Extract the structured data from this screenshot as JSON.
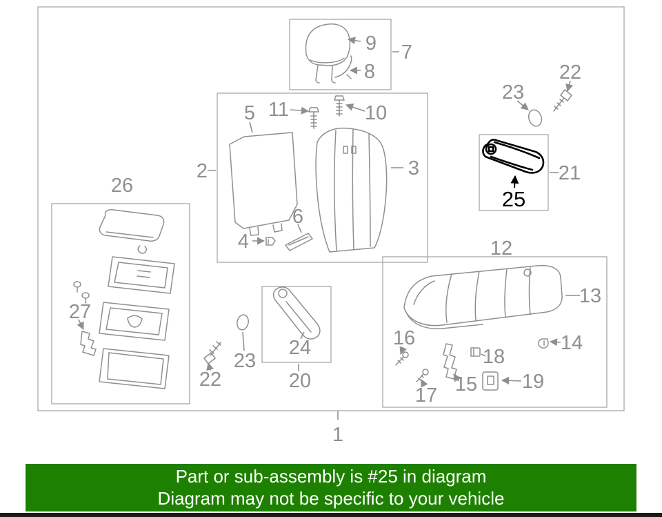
{
  "banner": {
    "line1": "Part or sub-assembly is #25 in diagram",
    "line2": "Diagram may not be specific to your vehicle"
  },
  "highlighted_part": "25",
  "colors": {
    "banner_bg": "#1e8000",
    "banner_text": "#ffffff",
    "line": "#8f8f8f",
    "box_border": "#a8a8a8",
    "highlight": "#000000",
    "page_bg": "#ffffff"
  },
  "callouts": {
    "n1": "1",
    "n2": "2",
    "n3": "3",
    "n4": "4",
    "n5": "5",
    "n6": "6",
    "n7": "7",
    "n8": "8",
    "n9": "9",
    "n10": "10",
    "n11": "11",
    "n12": "12",
    "n13": "13",
    "n14": "14",
    "n15": "15",
    "n16": "16",
    "n17": "17",
    "n18": "18",
    "n19": "19",
    "n20": "20",
    "n21": "21",
    "n22_top": "22",
    "n22_left": "22",
    "n23_top": "23",
    "n23_left": "23",
    "n24": "24",
    "n25": "25",
    "n26": "26",
    "n27": "27"
  }
}
